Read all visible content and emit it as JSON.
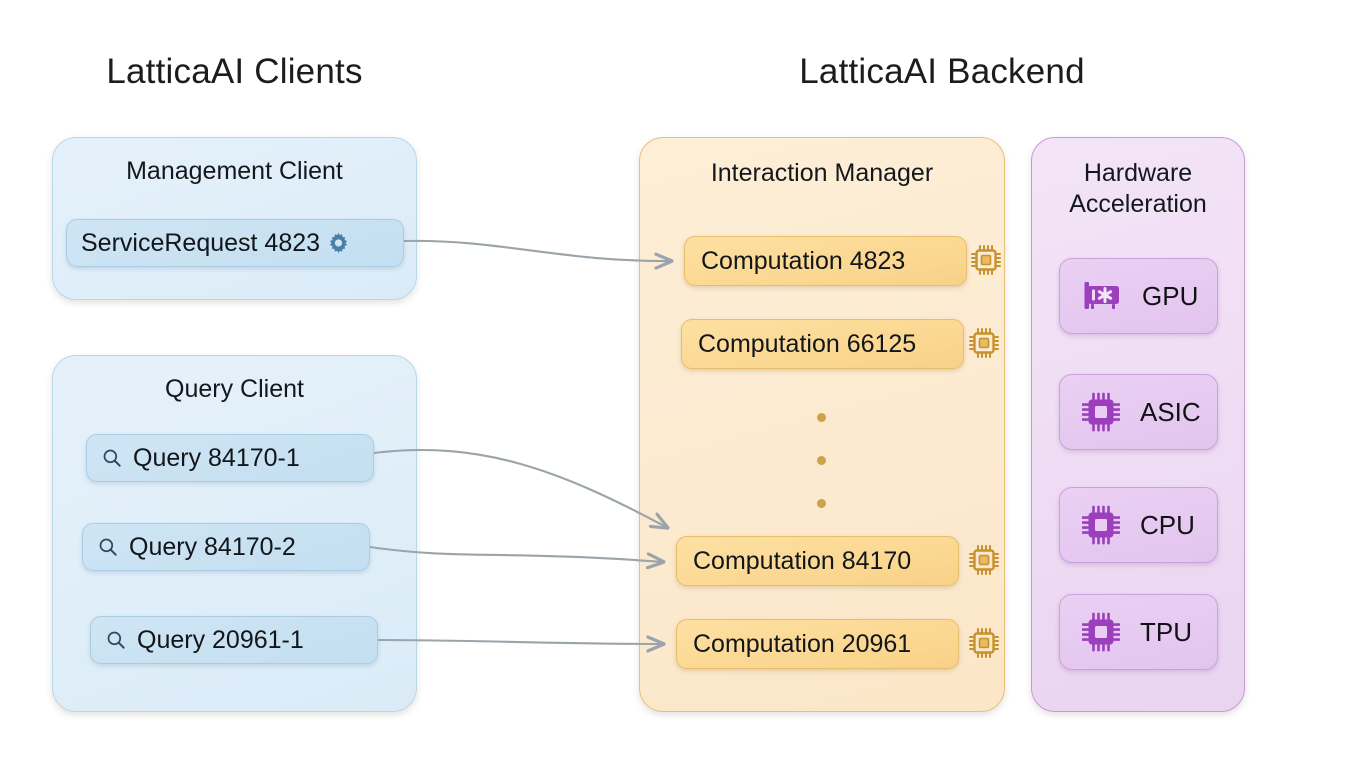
{
  "columns": {
    "clients_title": "LatticaAI Clients",
    "backend_title": "LatticaAI Backend"
  },
  "management_client": {
    "title": "Management Client",
    "items": [
      {
        "label": "ServiceRequest 4823",
        "icon": "gear-icon"
      }
    ]
  },
  "query_client": {
    "title": "Query Client",
    "items": [
      {
        "label": "Query 84170-1",
        "icon": "search-icon"
      },
      {
        "label": "Query 84170-2",
        "icon": "search-icon"
      },
      {
        "label": "Query 20961-1",
        "icon": "search-icon"
      }
    ]
  },
  "interaction_manager": {
    "title": "Interaction Manager",
    "ellipsis": "vertical-ellipsis",
    "items": [
      {
        "label": "Computation 4823",
        "icon": "chip-icon"
      },
      {
        "label": "Computation 66125",
        "icon": "chip-icon"
      },
      {
        "label": "Computation 84170",
        "icon": "chip-icon"
      },
      {
        "label": "Computation 20961",
        "icon": "chip-icon"
      }
    ]
  },
  "hardware_acceleration": {
    "title": "Hardware\nAcceleration",
    "title_line1": "Hardware",
    "title_line2": "Acceleration",
    "items": [
      {
        "label": "GPU",
        "icon": "graphics-card-icon"
      },
      {
        "label": "ASIC",
        "icon": "chip-icon"
      },
      {
        "label": "CPU",
        "icon": "chip-icon"
      },
      {
        "label": "TPU",
        "icon": "chip-icon"
      }
    ]
  },
  "connections": [
    {
      "from": "ServiceRequest 4823",
      "to": "Computation 4823"
    },
    {
      "from": "Query 84170-1",
      "to": "Computation 84170"
    },
    {
      "from": "Query 84170-2",
      "to": "Computation 84170"
    },
    {
      "from": "Query 20961-1",
      "to": "Computation 20961"
    }
  ],
  "colors": {
    "client_panel": "#e2eef9",
    "client_item": "#c8e1f2",
    "manager_panel": "#fceed3",
    "manager_item": "#fbd892",
    "hardware_panel": "#f0ddf5",
    "hardware_item": "#e6c9f0",
    "arrow": "#9aa4ab",
    "gear": "#4a7fa5",
    "search": "#2d4a5e",
    "chip_amber": "#c8912f",
    "chip_purple": "#8b38ad",
    "background": "#ffffff"
  }
}
